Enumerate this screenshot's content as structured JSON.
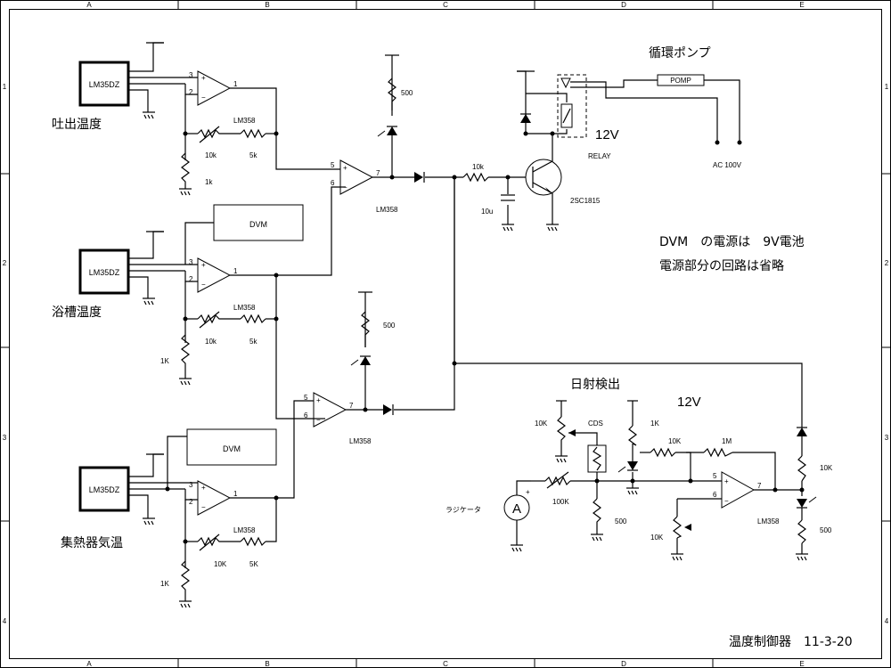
{
  "grid": {
    "cols": [
      "A",
      "B",
      "C",
      "D",
      "E"
    ],
    "rows": [
      "1",
      "2",
      "3",
      "4"
    ]
  },
  "sensors": {
    "part": "LM35DZ",
    "labels": [
      "吐出温度",
      "浴槽温度",
      "集熱器気温"
    ]
  },
  "opamp": {
    "part": "LM358",
    "pin_plus": "+",
    "pin_minus": "−",
    "pin_in3": "3",
    "pin_in2": "2",
    "pin_out1": "1",
    "pin_in5": "5",
    "pin_in6": "6",
    "pin_out7": "7"
  },
  "stage1": {
    "pot": "10k",
    "res": "5k",
    "rg": "1k"
  },
  "stage2": {
    "pot": "10k",
    "res": "5k",
    "rg": "1K"
  },
  "stage3": {
    "pot": "10K",
    "res": "5K",
    "rg": "1K"
  },
  "meter": "DVM",
  "led_res": "500",
  "drive": {
    "res": "10k",
    "cap": "10u",
    "transistor": "2SC1815"
  },
  "relay": {
    "label": "RELAY",
    "voltage": "12V"
  },
  "pump": {
    "title": "循環ポンプ",
    "label": "POMP",
    "supply": "AC 100V"
  },
  "notes": [
    "DVM　の電源は　9V電池",
    "電源部分の回路は省略"
  ],
  "solar": {
    "title": "日射検出",
    "voltage": "12V",
    "pot_top": "10K",
    "cds": "CDS",
    "r1k": "1K",
    "r10k": "10K",
    "feedback": "1M",
    "pot_bottom": "10K",
    "meter_label": "ラジケータ",
    "meter_symbol": "A",
    "r_100k": "100K",
    "r_500": "500",
    "out_r": "10K",
    "led_r": "500"
  },
  "title_block": "温度制御器　11-3-20"
}
